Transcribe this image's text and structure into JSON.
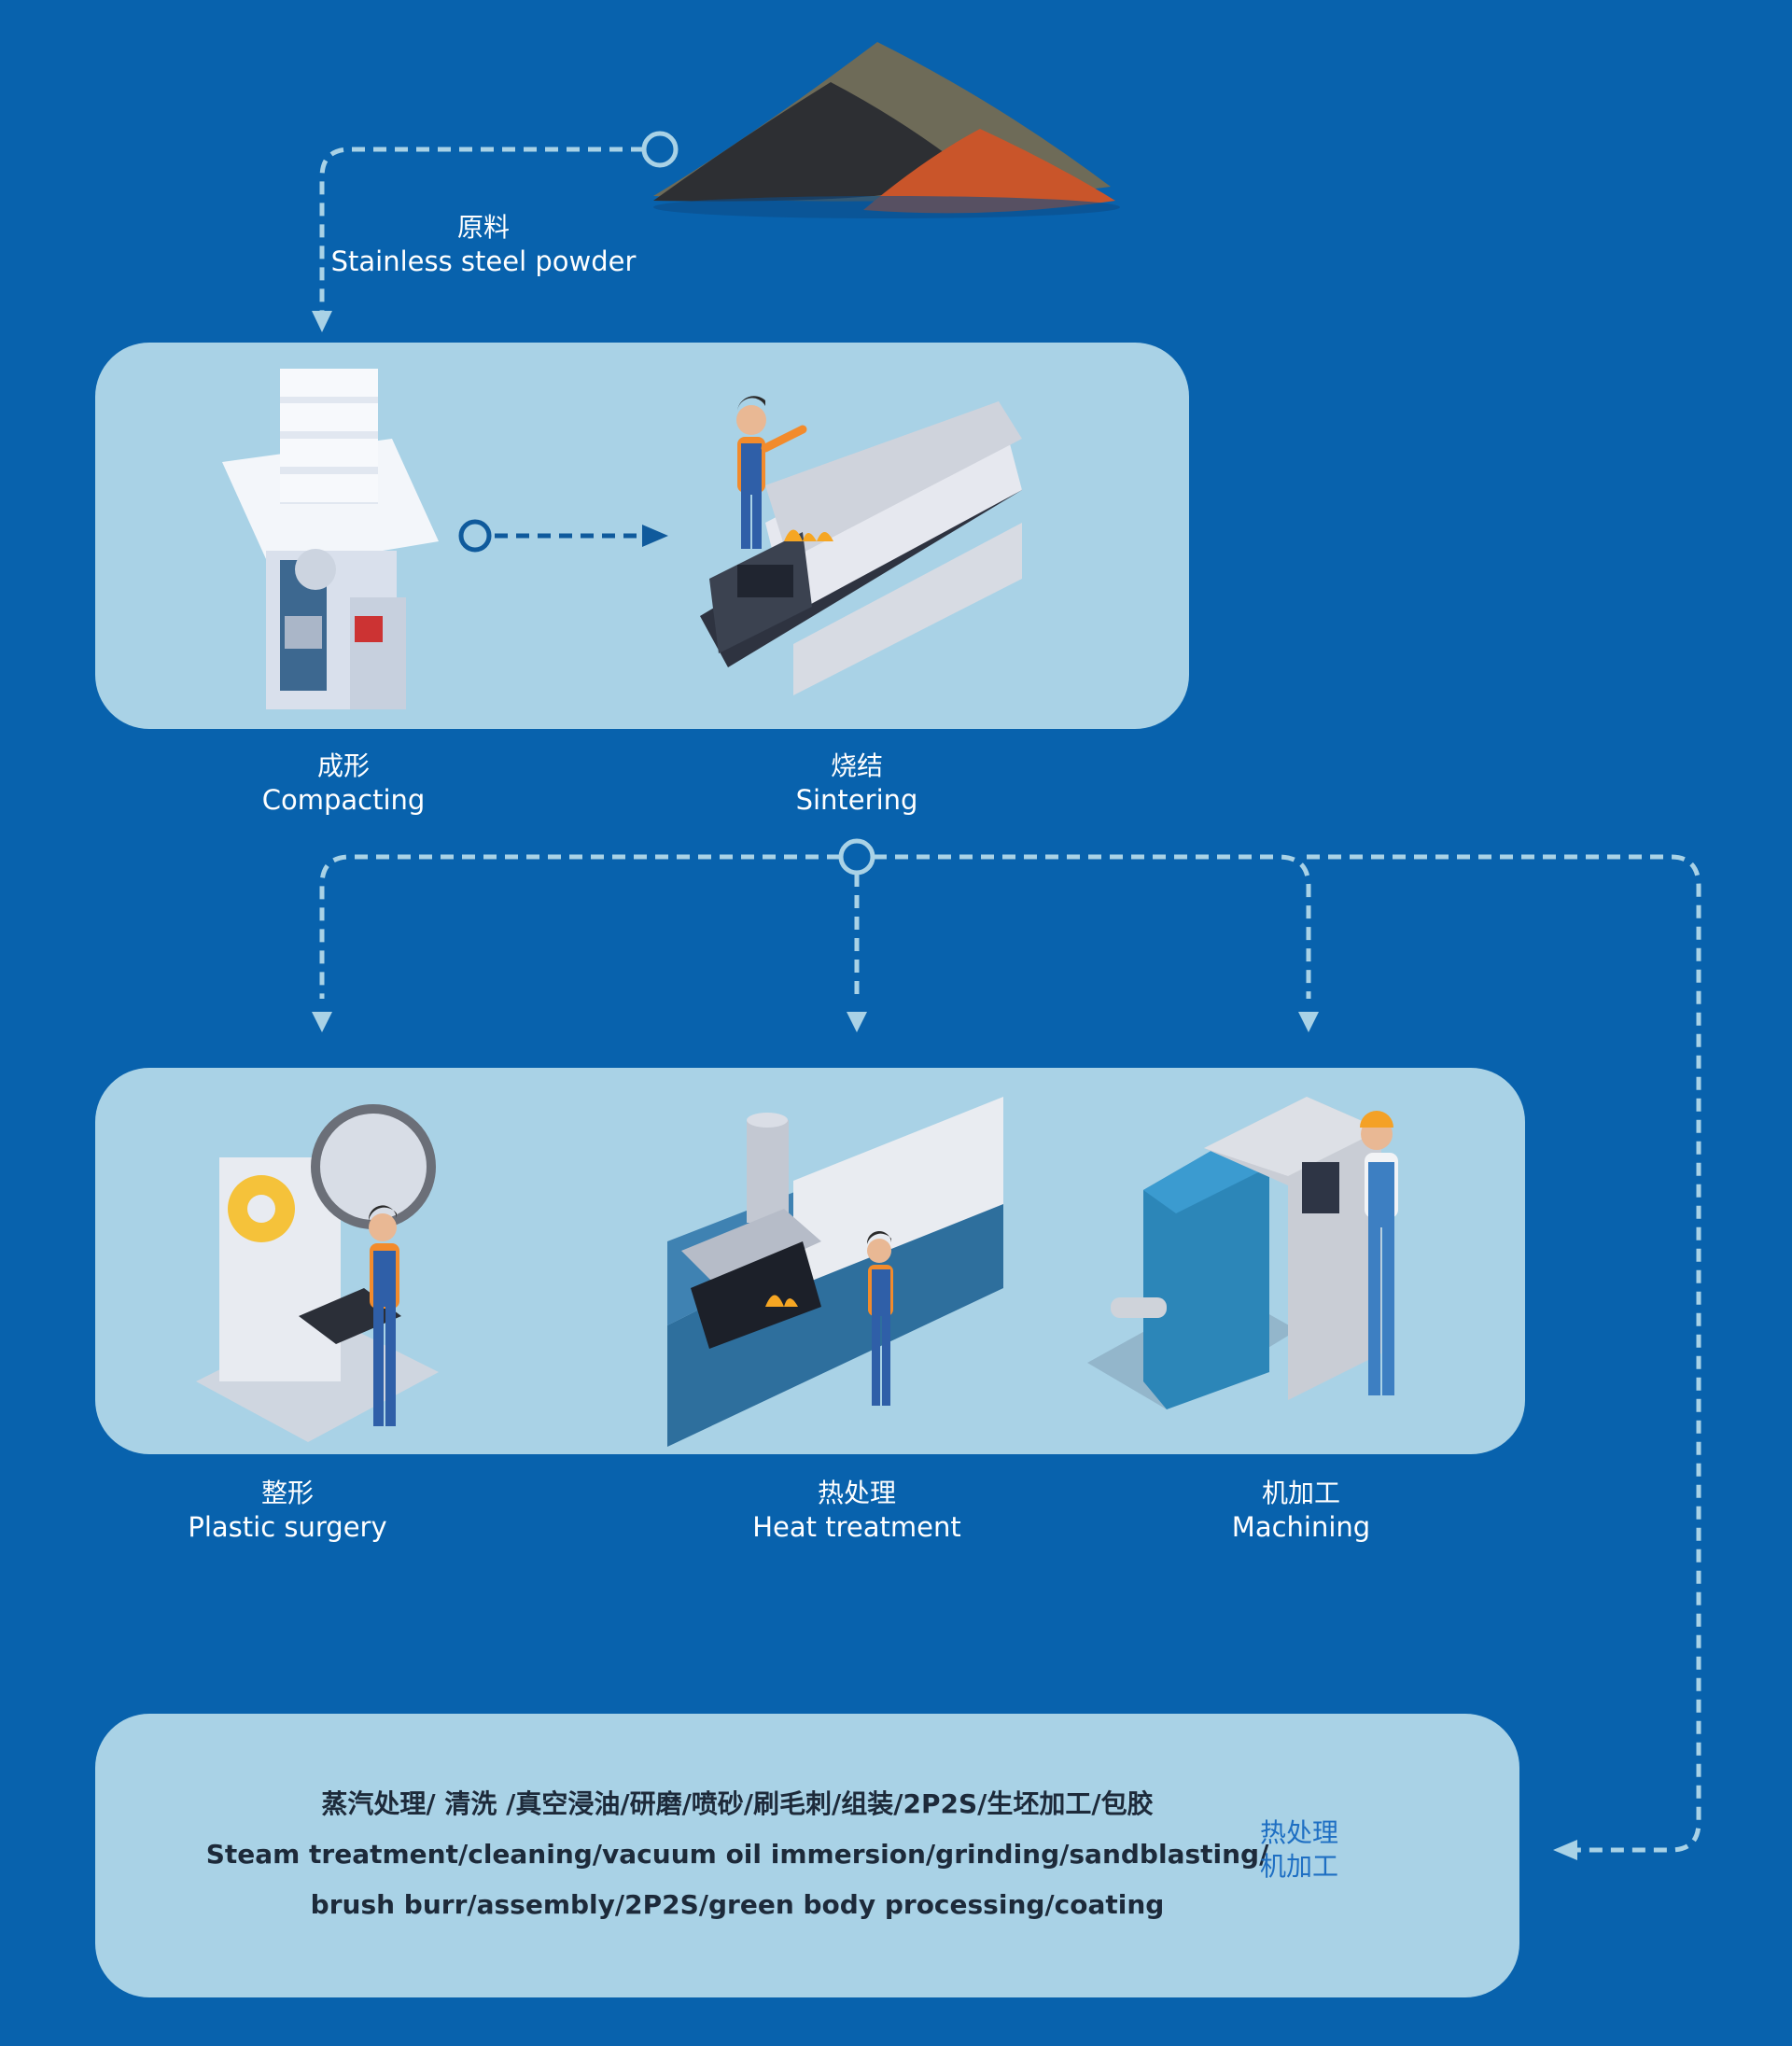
{
  "raw_material": {
    "zh": "原料",
    "en": "Stainless steel powder"
  },
  "top_panel": {
    "steps": [
      {
        "zh": "成形",
        "en": "Compacting"
      },
      {
        "zh": "烧结",
        "en": "Sintering"
      }
    ]
  },
  "mid_panel": {
    "steps": [
      {
        "zh": "整形",
        "en": "Plastic surgery"
      },
      {
        "zh": "热处理",
        "en": "Heat treatment"
      },
      {
        "zh": "机加工",
        "en": "Machining"
      }
    ]
  },
  "bottom_panel": {
    "line_zh": "蒸汽处理/ 清洗 /真空浸油/研磨/喷砂/刷毛刺/组装/2P2S/生坯加工/包胶",
    "line_en_1": "Steam treatment/cleaning/vacuum oil immersion/grinding/sandblasting/",
    "line_en_2": "brush burr/assembly/2P2S/green body processing/coating",
    "side_note_1": "热处理",
    "side_note_2": "机加工"
  },
  "icons": {
    "powder": "powder-pile-icon",
    "compacting": "compacting-press-icon",
    "sintering": "sintering-furnace-icon",
    "plastic_surgery": "press-machine-icon",
    "heat_treatment": "heat-treatment-furnace-icon",
    "machining": "cnc-machine-icon"
  },
  "colors": {
    "background": "#0862ad",
    "panel": "#a9d2e6",
    "connector": "#a9d2e6",
    "accent_dark": "#0f5a9c",
    "text_white": "#ffffff",
    "text_dark": "#1d2a3a"
  }
}
